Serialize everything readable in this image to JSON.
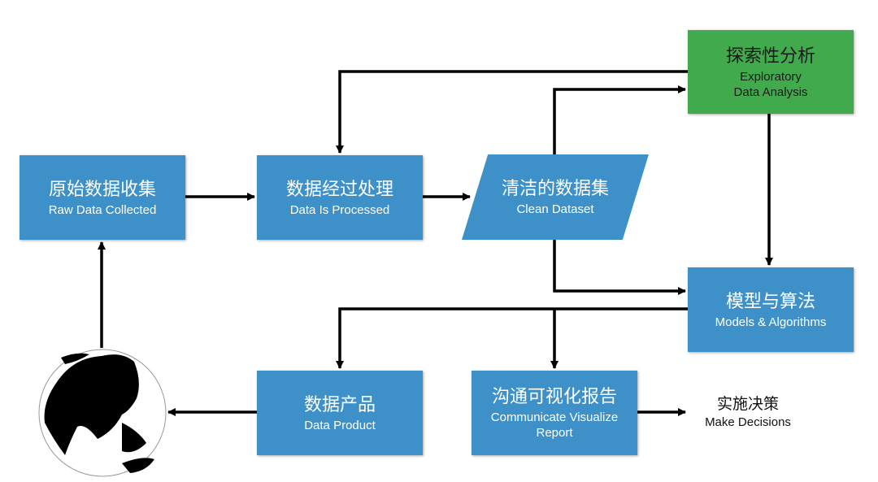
{
  "nodes": {
    "raw": {
      "zh": "原始数据收集",
      "en": "Raw Data Collected"
    },
    "processed": {
      "zh": "数据经过处理",
      "en": "Data Is Processed"
    },
    "clean": {
      "zh": "清洁的数据集",
      "en": "Clean Dataset"
    },
    "eda": {
      "zh": "探索性分析",
      "en1": "Exploratory",
      "en2": "Data Analysis"
    },
    "models": {
      "zh": "模型与算法",
      "en": "Models & Algorithms"
    },
    "product": {
      "zh": "数据产品",
      "en": "Data Product"
    },
    "communicate": {
      "zh": "沟通可视化报告",
      "en1": "Communicate Visualize",
      "en2": "Report"
    },
    "decisions": {
      "zh": "实施决策",
      "en": "Make Decisions"
    }
  },
  "colors": {
    "process": "#3e91c8",
    "eda": "#41aa4c",
    "arrow": "#000000"
  }
}
